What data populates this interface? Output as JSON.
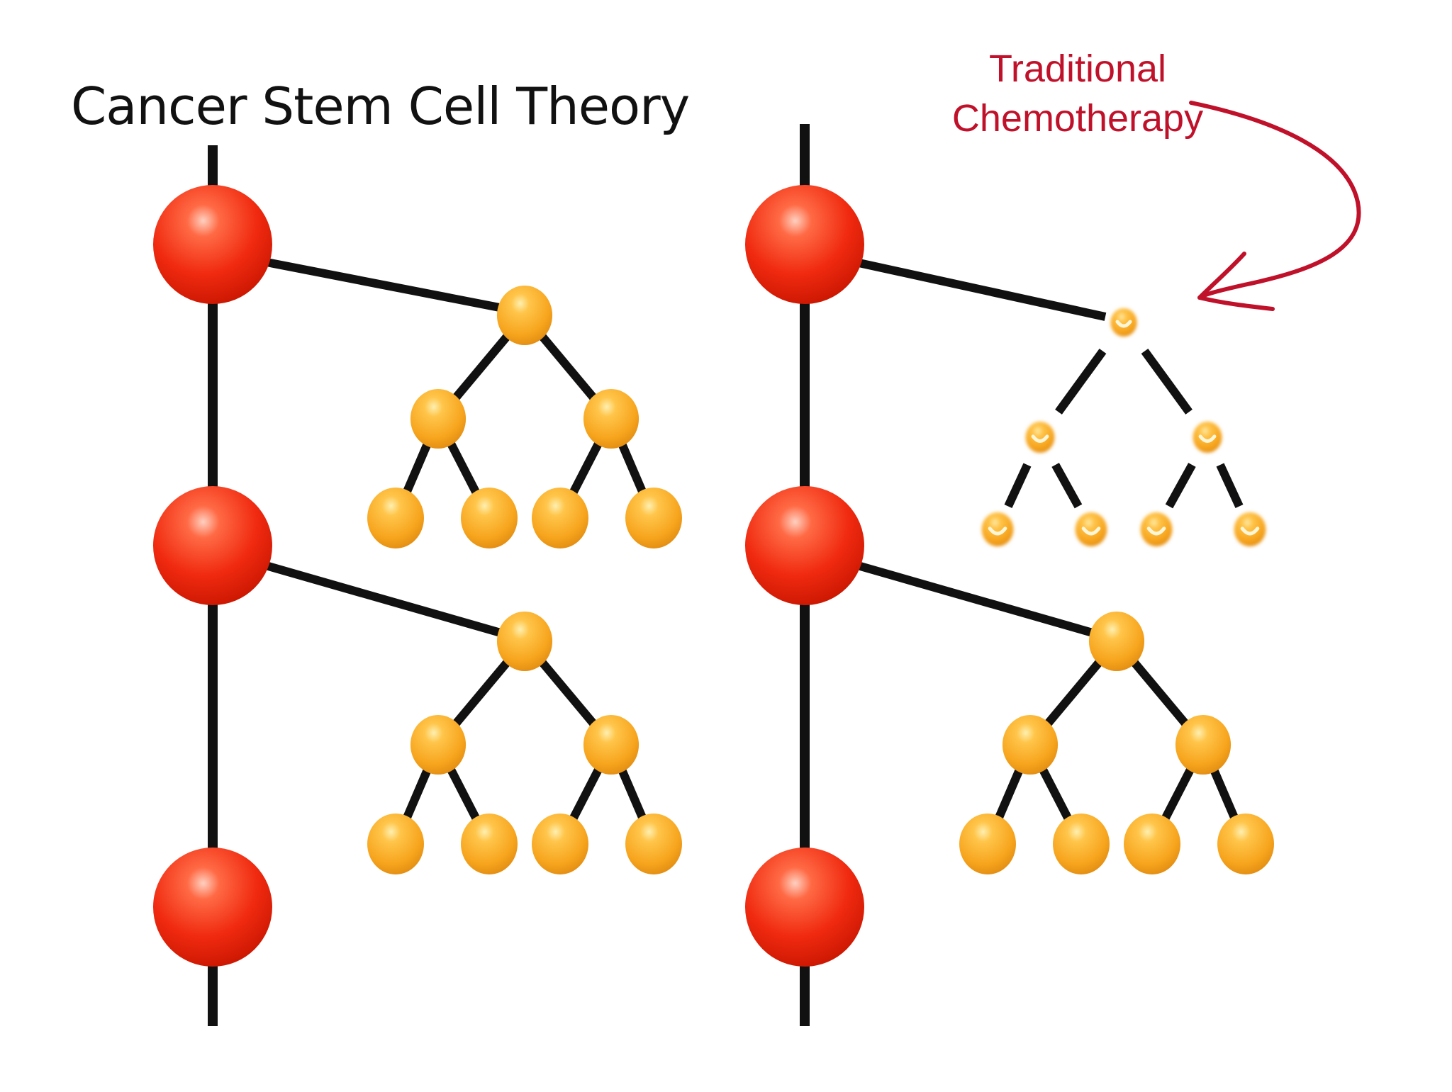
{
  "title": "Cancer Stem Cell Theory",
  "annotation": {
    "line1": "Traditional",
    "line2": "Chemotherapy"
  },
  "colors": {
    "line": "#111111",
    "stem_cell": "#ee2200",
    "progenitor_cell": "#f5a623",
    "annotation": "#c0112a"
  },
  "panels": [
    {
      "name": "without-treatment",
      "treated_branches": []
    },
    {
      "name": "with-traditional-chemotherapy",
      "treated_branches": [
        0
      ]
    }
  ]
}
